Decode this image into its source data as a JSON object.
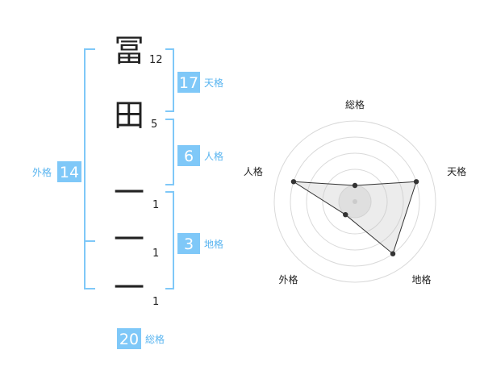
{
  "name_chars": [
    {
      "char": "冨",
      "strokes": "12"
    },
    {
      "char": "田",
      "strokes": "5"
    },
    {
      "char": "一",
      "strokes": "1"
    },
    {
      "char": "一",
      "strokes": "1"
    },
    {
      "char": "一",
      "strokes": "1"
    }
  ],
  "fortunes": {
    "tenkaku": {
      "label": "天格",
      "value": "17"
    },
    "jinkaku": {
      "label": "人格",
      "value": "6"
    },
    "chikaku": {
      "label": "地格",
      "value": "3"
    },
    "gaikaku": {
      "label": "外格",
      "value": "14"
    },
    "soukaku": {
      "label": "総格",
      "value": "20"
    }
  },
  "colors": {
    "accent": "#7fc8f8",
    "accent_text": "#58b4f0",
    "text": "#222222"
  },
  "chart_data": {
    "type": "radar",
    "axes": [
      "総格",
      "天格",
      "地格",
      "外格",
      "人格"
    ],
    "levels": 5,
    "values": [
      1,
      4,
      4,
      1,
      4
    ],
    "max": 5
  }
}
